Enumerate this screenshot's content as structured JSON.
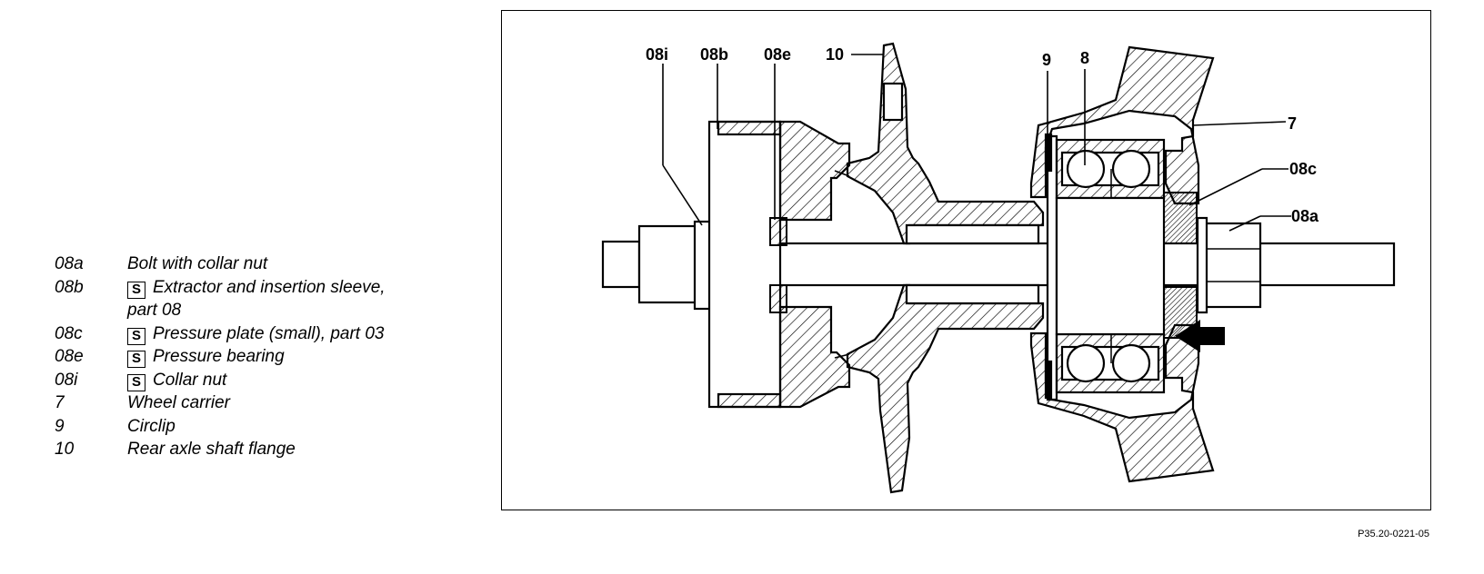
{
  "legend": {
    "items": [
      {
        "code": "08a",
        "label": "Bolt with collar nut",
        "icon": ""
      },
      {
        "code": "08b",
        "label": "Extractor and insertion sleeve,",
        "label2": "part 08",
        "icon": "special-tool-icon"
      },
      {
        "code": "08c",
        "label": "Pressure plate (small), part 03",
        "icon": "special-tool-icon"
      },
      {
        "code": "08e",
        "label": "Pressure bearing",
        "icon": "special-tool-icon"
      },
      {
        "code": "08i",
        "label": "Collar nut",
        "icon": "special-tool-icon"
      },
      {
        "code": "7",
        "label": "Wheel carrier",
        "icon": ""
      },
      {
        "code": "9",
        "label": "Circlip",
        "icon": ""
      },
      {
        "code": "10",
        "label": "Rear axle shaft flange",
        "icon": ""
      }
    ]
  },
  "diagram": {
    "callouts": {
      "c08i": "08i",
      "c08b": "08b",
      "c08e": "08e",
      "c10": "10",
      "c9": "9",
      "c8": "8",
      "c7": "7",
      "c08c": "08c",
      "c08a": "08a"
    }
  },
  "figure_id": "P35.20-0221-05"
}
